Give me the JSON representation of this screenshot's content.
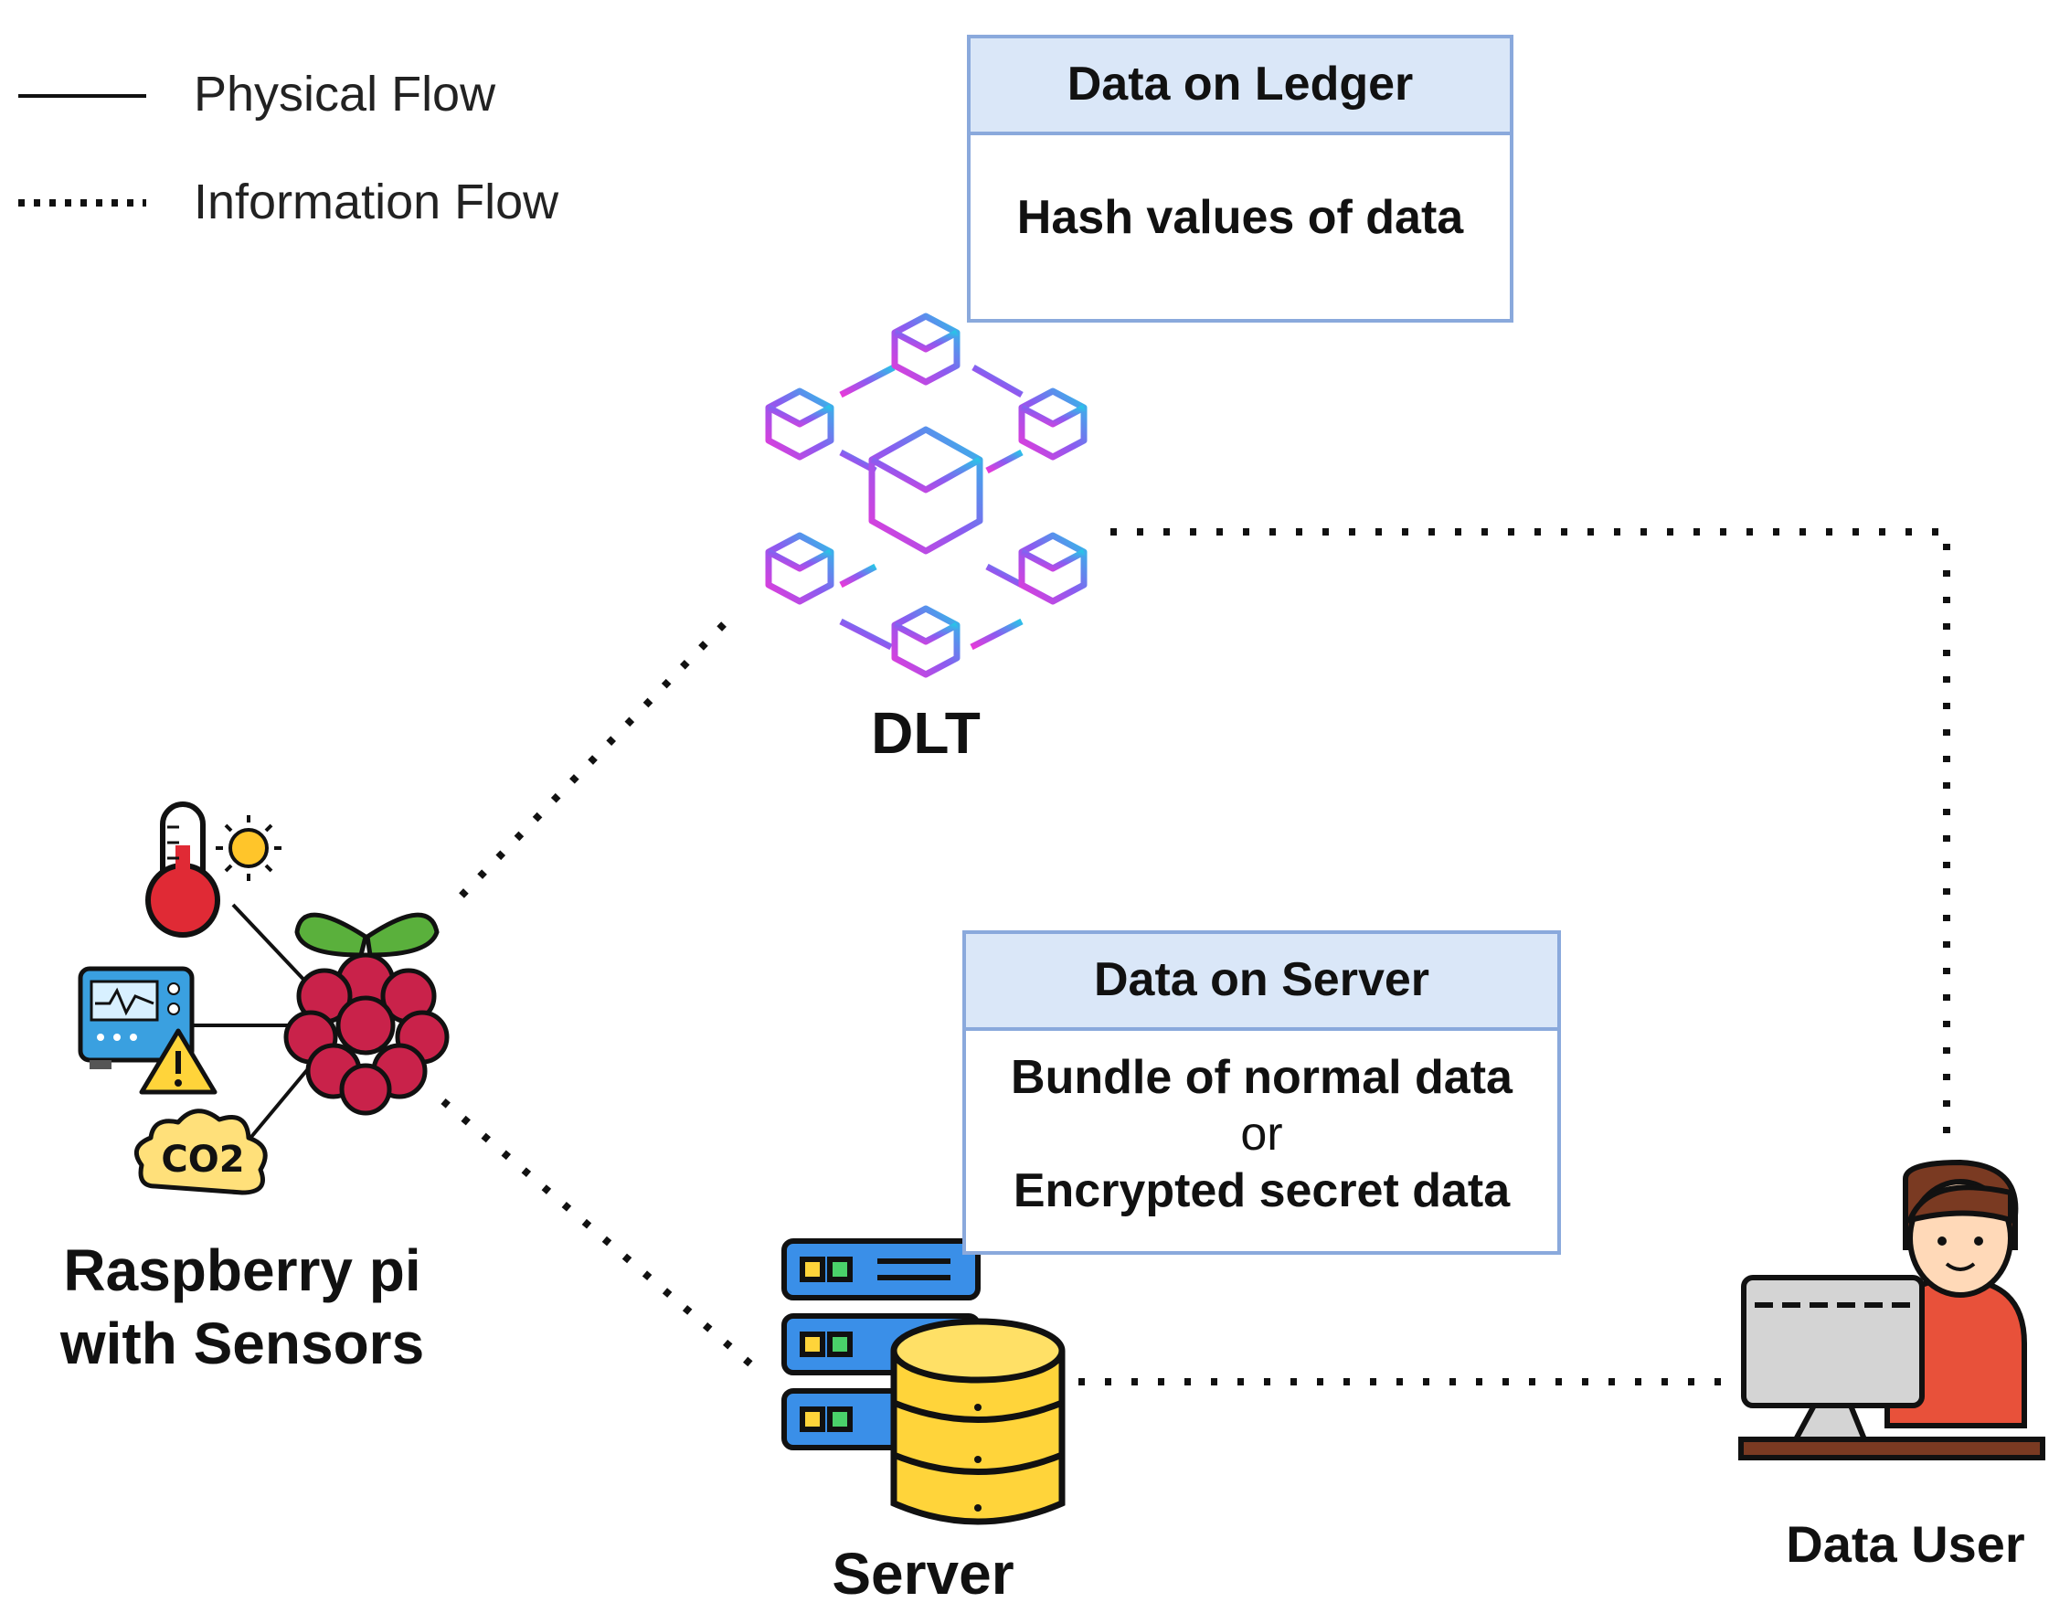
{
  "legend": {
    "physical_flow": "Physical Flow",
    "information_flow": "Information Flow"
  },
  "ledger_box": {
    "title": "Data on Ledger",
    "body": "Hash values of data"
  },
  "server_box": {
    "title": "Data on Server",
    "line1": "Bundle of normal data",
    "line2": "or",
    "line3": "Encrypted secret data"
  },
  "nodes": {
    "dlt": "DLT",
    "raspberry_line1": "Raspberry pi",
    "raspberry_line2": "with Sensors",
    "server": "Server",
    "data_user": "Data User",
    "co2": "CO2"
  },
  "icons": [
    "thermometer-icon",
    "sun-icon",
    "monitor-sensor-icon",
    "warning-icon",
    "co2-cloud-icon",
    "raspberry-pi-icon",
    "blockchain-network-icon",
    "server-rack-icon",
    "database-icon",
    "user-at-computer-icon"
  ],
  "colors": {
    "box_border": "#8aa9dc",
    "box_header": "#dae7f8",
    "raspberry": "#c9224a",
    "leaf": "#5ab03c",
    "server_blue": "#3a8fe8",
    "database_yellow": "#ffd43a",
    "user_shirt": "#e8513a"
  }
}
